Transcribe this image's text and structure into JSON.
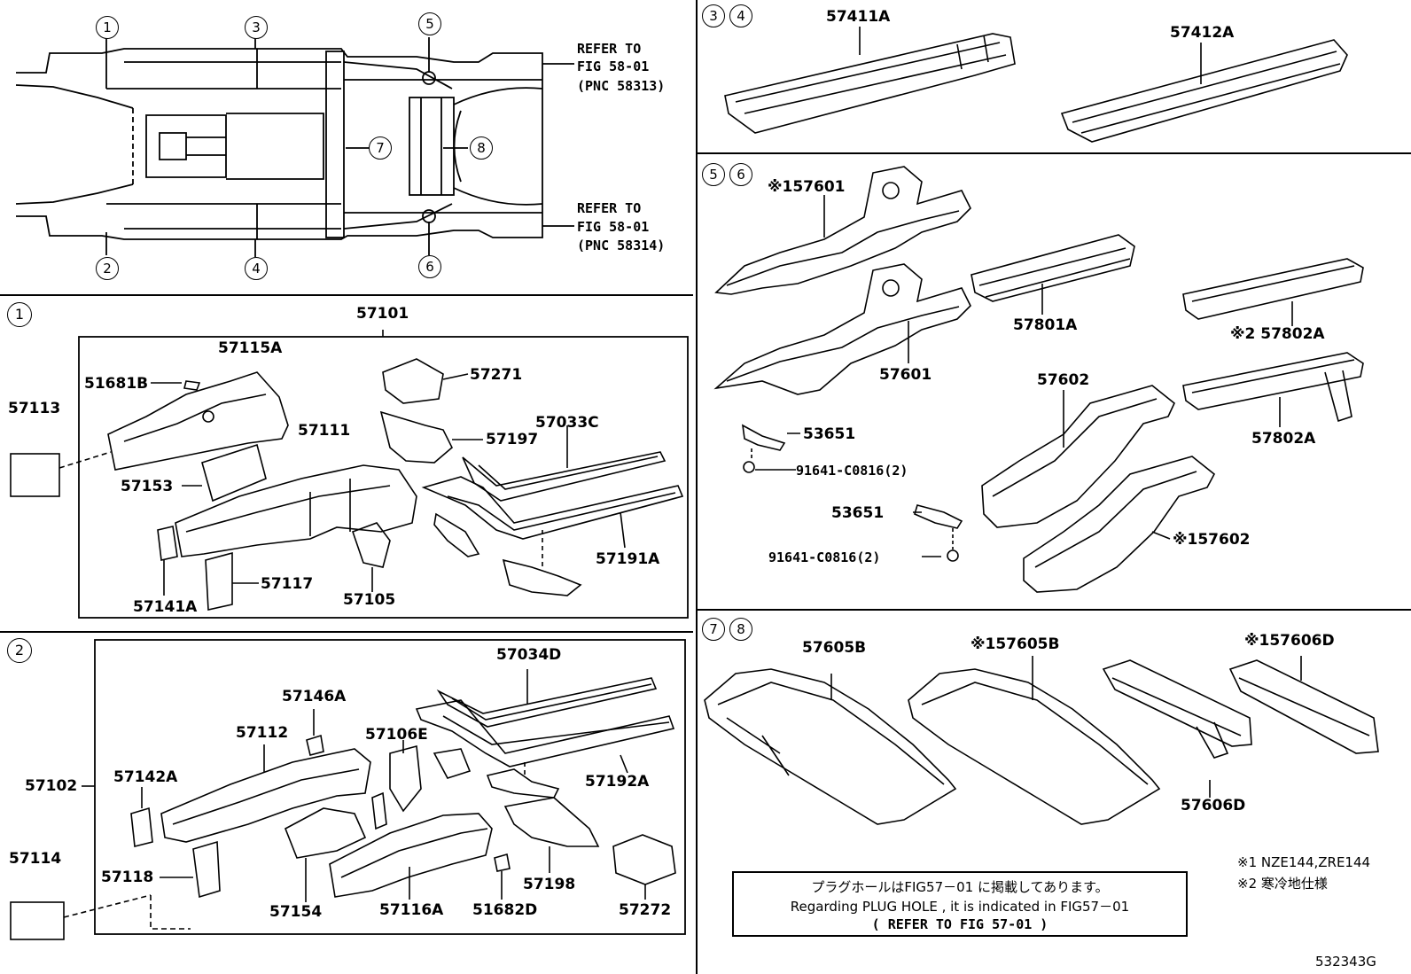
{
  "overview": {
    "refer_top": [
      "REFER TO",
      "FIG 58-01",
      "(PNC 58313)"
    ],
    "refer_bottom": [
      "REFER TO",
      "FIG 58-01",
      "(PNC 58314)"
    ],
    "callouts": [
      "1",
      "2",
      "3",
      "4",
      "5",
      "6",
      "7",
      "8"
    ]
  },
  "panel_34": {
    "headers": [
      "3",
      "4"
    ],
    "parts": [
      "57411A",
      "57412A"
    ]
  },
  "panel_56": {
    "headers": [
      "5",
      "6"
    ],
    "parts": [
      "※157601",
      "57601",
      "57801A",
      "※2 57802A",
      "57602",
      "57802A",
      "53651",
      "91641-C0816(2)",
      "53651",
      "91641-C0816(2)",
      "※157602"
    ]
  },
  "panel_1": {
    "header": "1",
    "parts": [
      "57101",
      "57115A",
      "51681B",
      "57113",
      "57271",
      "57111",
      "57197",
      "57033C",
      "57153",
      "57117",
      "57141A",
      "57105",
      "57191A"
    ]
  },
  "panel_2": {
    "header": "2",
    "parts": [
      "57034D",
      "57146A",
      "57112",
      "57106E",
      "57142A",
      "57102",
      "57192A",
      "57114",
      "57118",
      "57154",
      "57116A",
      "51682D",
      "57198",
      "57272"
    ]
  },
  "panel_78": {
    "headers": [
      "7",
      "8"
    ],
    "parts": [
      "57605B",
      "※157605B",
      "※157606D",
      "57606D"
    ]
  },
  "legend": {
    "note1": "※1 NZE144,ZRE144",
    "note2": "※2 寒冷地仕様"
  },
  "notice": {
    "line1": "プラグホールはFIG57－01 に掲載してあります。",
    "line2": "Regarding PLUG HOLE , it is indicated in FIG57－01",
    "line3": "( REFER TO FIG 57-01 )"
  },
  "figure_id": "532343G"
}
